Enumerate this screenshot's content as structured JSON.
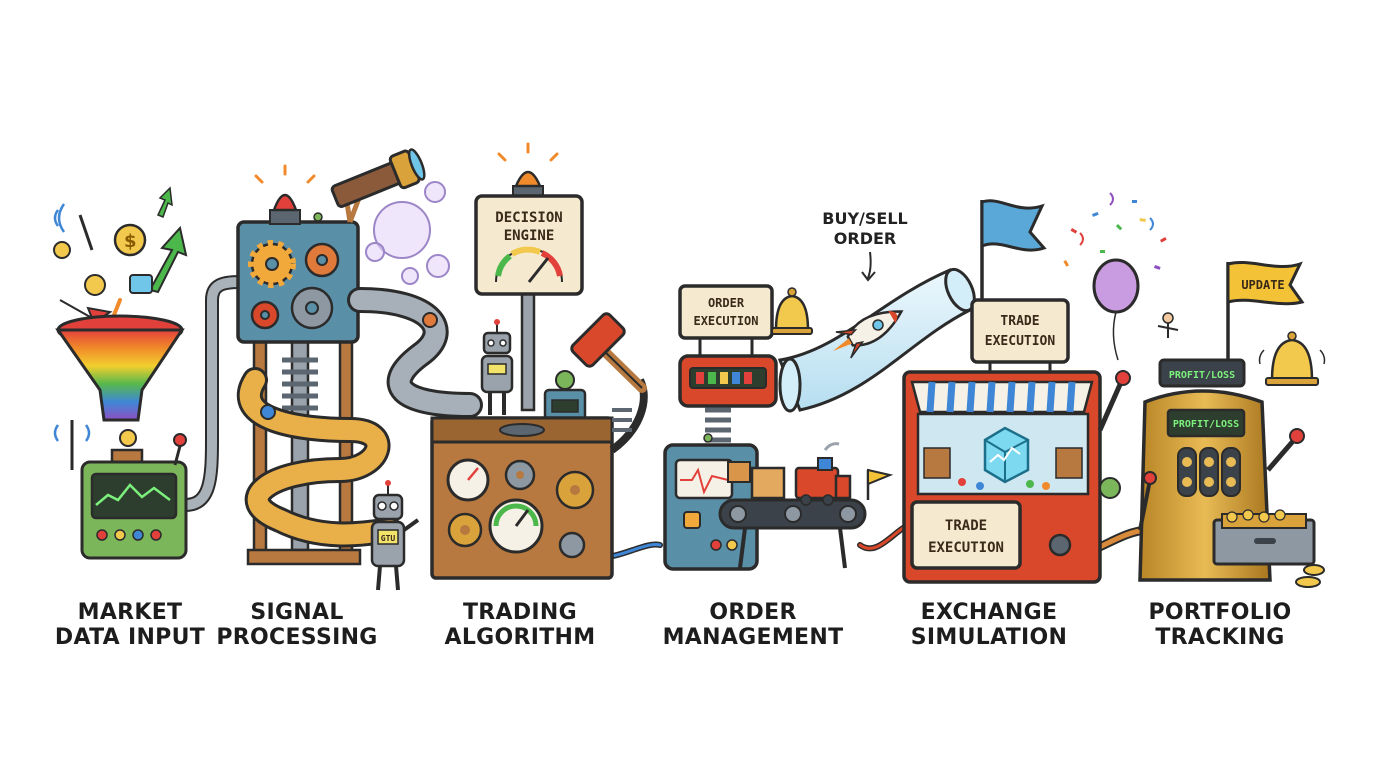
{
  "stages": [
    {
      "line1": "MARKET",
      "line2": "DATA INPUT"
    },
    {
      "line1": "SIGNAL",
      "line2": "PROCESSING"
    },
    {
      "line1": "TRADING",
      "line2": "ALGORITHM"
    },
    {
      "line1": "ORDER",
      "line2": "MANAGEMENT"
    },
    {
      "line1": "EXCHANGE",
      "line2": "SIMULATION"
    },
    {
      "line1": "PORTFOLIO",
      "line2": "TRACKING"
    }
  ],
  "signs": {
    "decision_engine": {
      "line1": "DECISION",
      "line2": "ENGINE"
    },
    "order_execution": {
      "line1": "ORDER",
      "line2": "EXECUTION"
    },
    "buy_sell_callout": {
      "line1": "BUY/SELL",
      "line2": "ORDER"
    },
    "trade_execution_top": {
      "line1": "TRADE",
      "line2": "EXECUTION"
    },
    "trade_execution_bottom": {
      "line1": "TRADE",
      "line2": "EXECUTION"
    },
    "update_flag": "UPDATE",
    "profit_loss_top": "PROFIT/LOSS",
    "profit_loss_front": "PROFIT/LOSS",
    "robot_screen": "GTU"
  },
  "colors": {
    "outline": "#2b2b2b",
    "pipe": "#9aa3ab",
    "wood": "#b7793f",
    "brass": "#d9a23b",
    "teal": "#4e8fa0",
    "red_accent": "#d9482b",
    "flag_blue": "#5aa8d8",
    "flag_yellow": "#f3c237"
  }
}
